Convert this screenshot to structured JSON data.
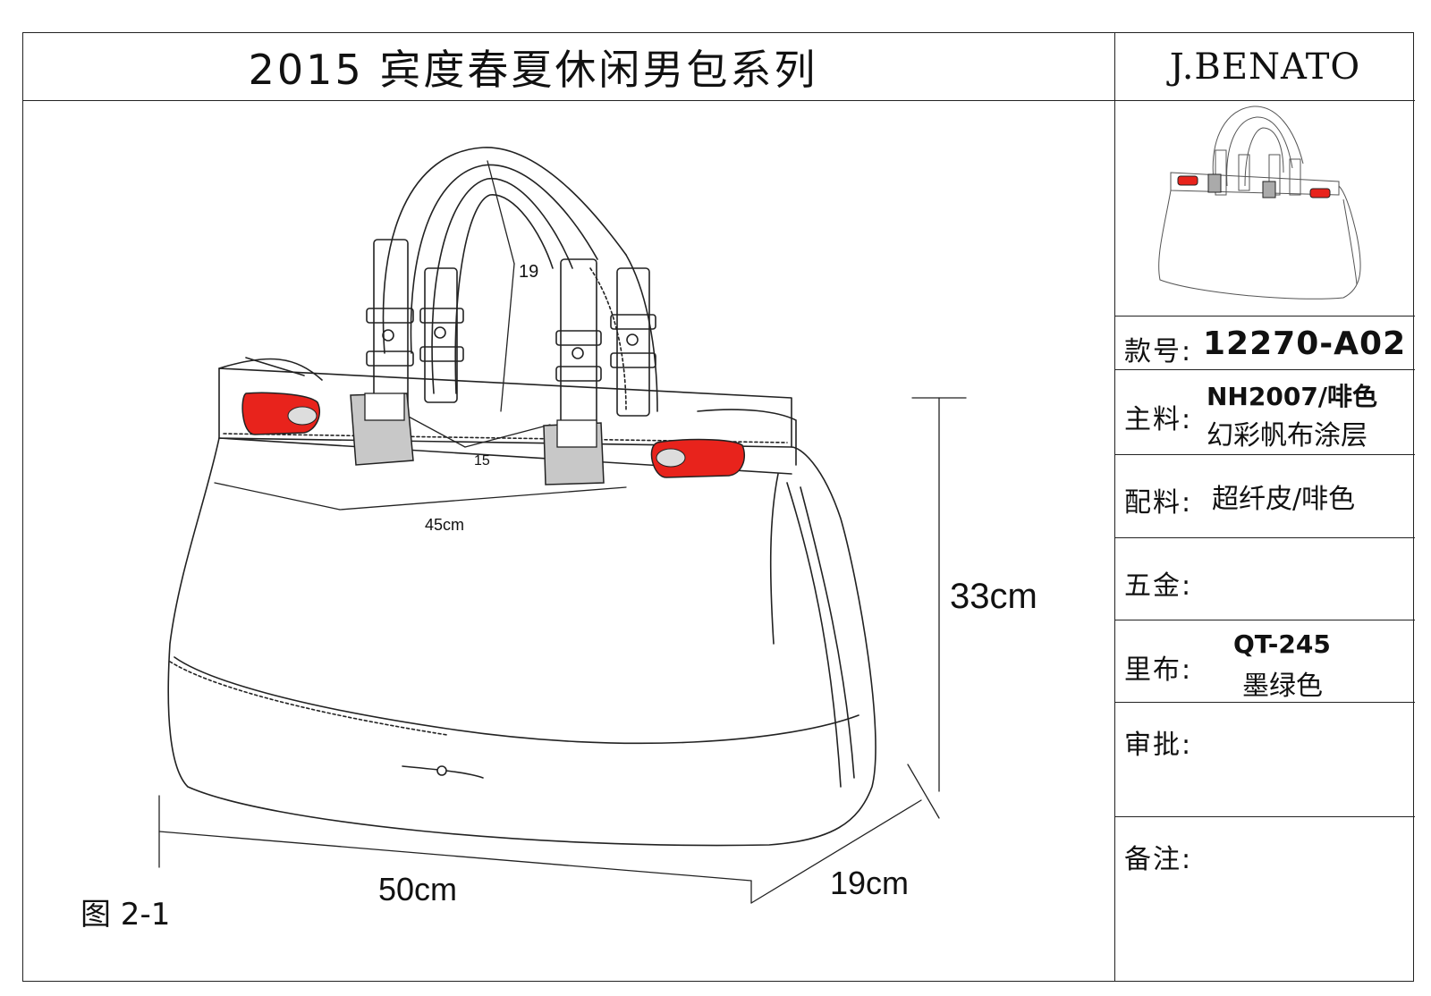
{
  "title": "2015 宾度春夏休闲男包系列",
  "brand": "J.BENATO",
  "figure_label": "图 2-1",
  "dimensions": {
    "handle_drop": "19",
    "handle_spacing": "15",
    "top_width": "45cm",
    "height": "33cm",
    "width": "50cm",
    "depth": "19cm"
  },
  "spec_table": {
    "style_no_label": "款号:",
    "style_no_value": "12270-A02",
    "main_material_label": "主料:",
    "main_material_line1": "NH2007/啡色",
    "main_material_line2": "幻彩帆布涂层",
    "accessory_label": "配料:",
    "accessory_value": "超纤皮/啡色",
    "hardware_label": "五金:",
    "hardware_value": "",
    "lining_label": "里布:",
    "lining_line1": "QT-245",
    "lining_line2": "墨绿色",
    "approval_label": "审批:",
    "remarks_label": "备注:"
  },
  "colors": {
    "accent_red": "#e8231c",
    "tab_gray": "#c8c8c8",
    "line": "#222222"
  }
}
